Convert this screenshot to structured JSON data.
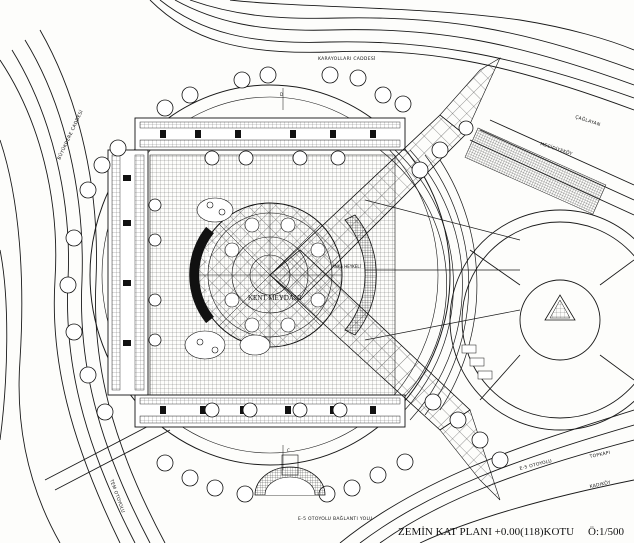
{
  "plan": {
    "title": "ZEMİN KAT PLANI +0.00(118)KOTU",
    "scale": "Ö:1/500",
    "center_label": "KENT MEYDANI",
    "road_labels": {
      "top": "KARAYOLLARI CADDESİ",
      "top_right_1": "ÇAĞLAYAN",
      "top_right_2": "MECİDİYEKÖY",
      "left_upper": "BÜYÜKDERE CADDESİ",
      "left_lower": "TEM OTOYOLU",
      "bottom": "E-5 OTOYOLU BAĞLANTI YOLU",
      "right_lower_1": "TOPKAPI",
      "right_lower_2": "KADIKÖY",
      "right_lower_3": "E-5 OTOYOLU"
    },
    "plaza_label": "ANKA HEYKELİ",
    "section_marks": [
      "D",
      "C"
    ]
  }
}
